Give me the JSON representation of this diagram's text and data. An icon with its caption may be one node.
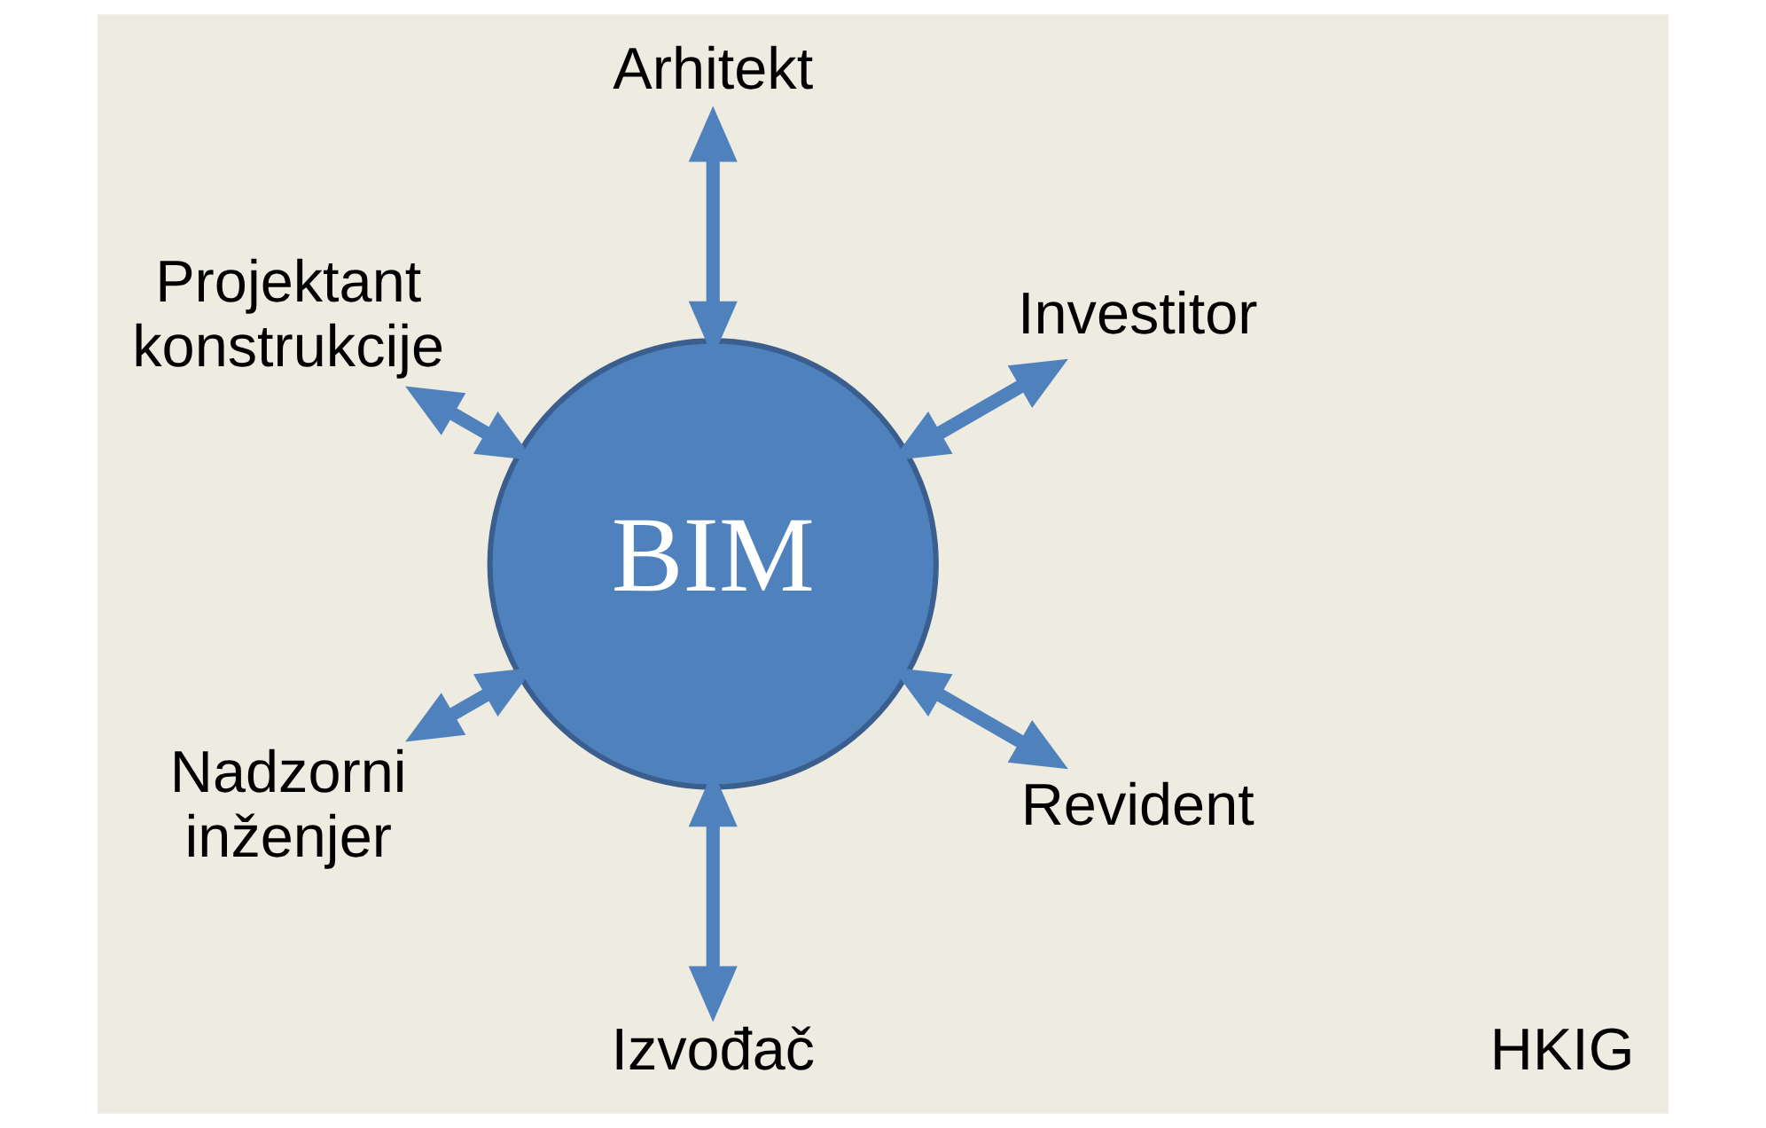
{
  "diagram": {
    "nodes": [
      {
        "text": [
          "Investitor"
        ]
      },
      {
        "text": [
          "Arhitekt"
        ]
      },
      {
        "text": [
          "Projektant konstrukcije"
        ]
      },
      {
        "text": [
          "BIM"
        ]
      },
      {
        "text": [
          "Nadzorni inženjer"
        ]
      },
      {
        "text": [
          "Izvođač"
        ]
      },
      {
        "text": [
          "Revident"
        ]
      }
    ],
    "edges": [
      {
        "from": 3,
        "to": 0,
        "arrow": "both"
      },
      {
        "from": 3,
        "to": 1,
        "arrow": "both"
      },
      {
        "from": 3,
        "to": 2,
        "arrow": "both"
      },
      {
        "from": 3,
        "to": 4,
        "arrow": "both"
      },
      {
        "from": 3,
        "to": 5,
        "arrow": "both"
      },
      {
        "from": 3,
        "to": 6,
        "arrow": "both"
      }
    ],
    "labels": [
      "HKIG"
    ]
  }
}
